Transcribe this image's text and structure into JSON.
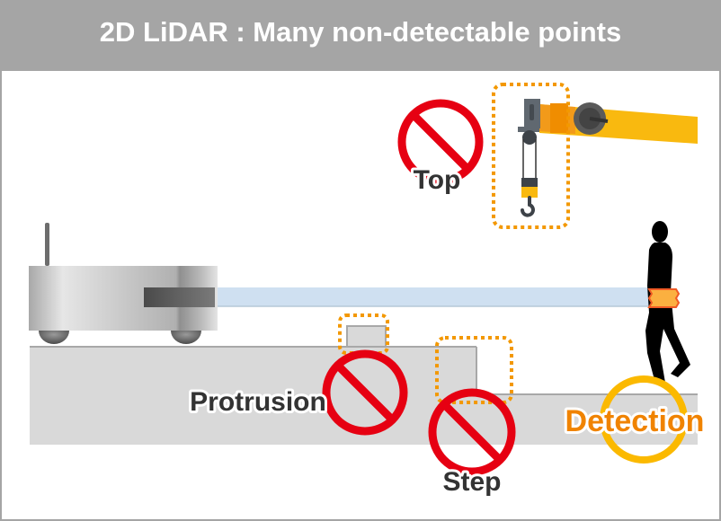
{
  "header": {
    "title": "2D LiDAR : Many non-detectable points"
  },
  "labels": {
    "top": "Top",
    "protrusion": "Protrusion",
    "step": "Step",
    "detection": "Detection"
  },
  "icons": {
    "prohibited": "prohibition-sign-icon",
    "detected": "detection-circle-icon",
    "robot": "mobile-robot-icon",
    "crane": "crane-hook-icon",
    "person": "walking-person-icon"
  },
  "colors": {
    "header_bg": "#a5a5a5",
    "prohibited_red": "#e60012",
    "highlight_orange": "#f39800",
    "detection_yellow": "#fbb900",
    "detection_text": "#f08300",
    "lidar_beam": "#cfe0f1",
    "floor": "#d9d9d9",
    "label_dark": "#333333"
  }
}
